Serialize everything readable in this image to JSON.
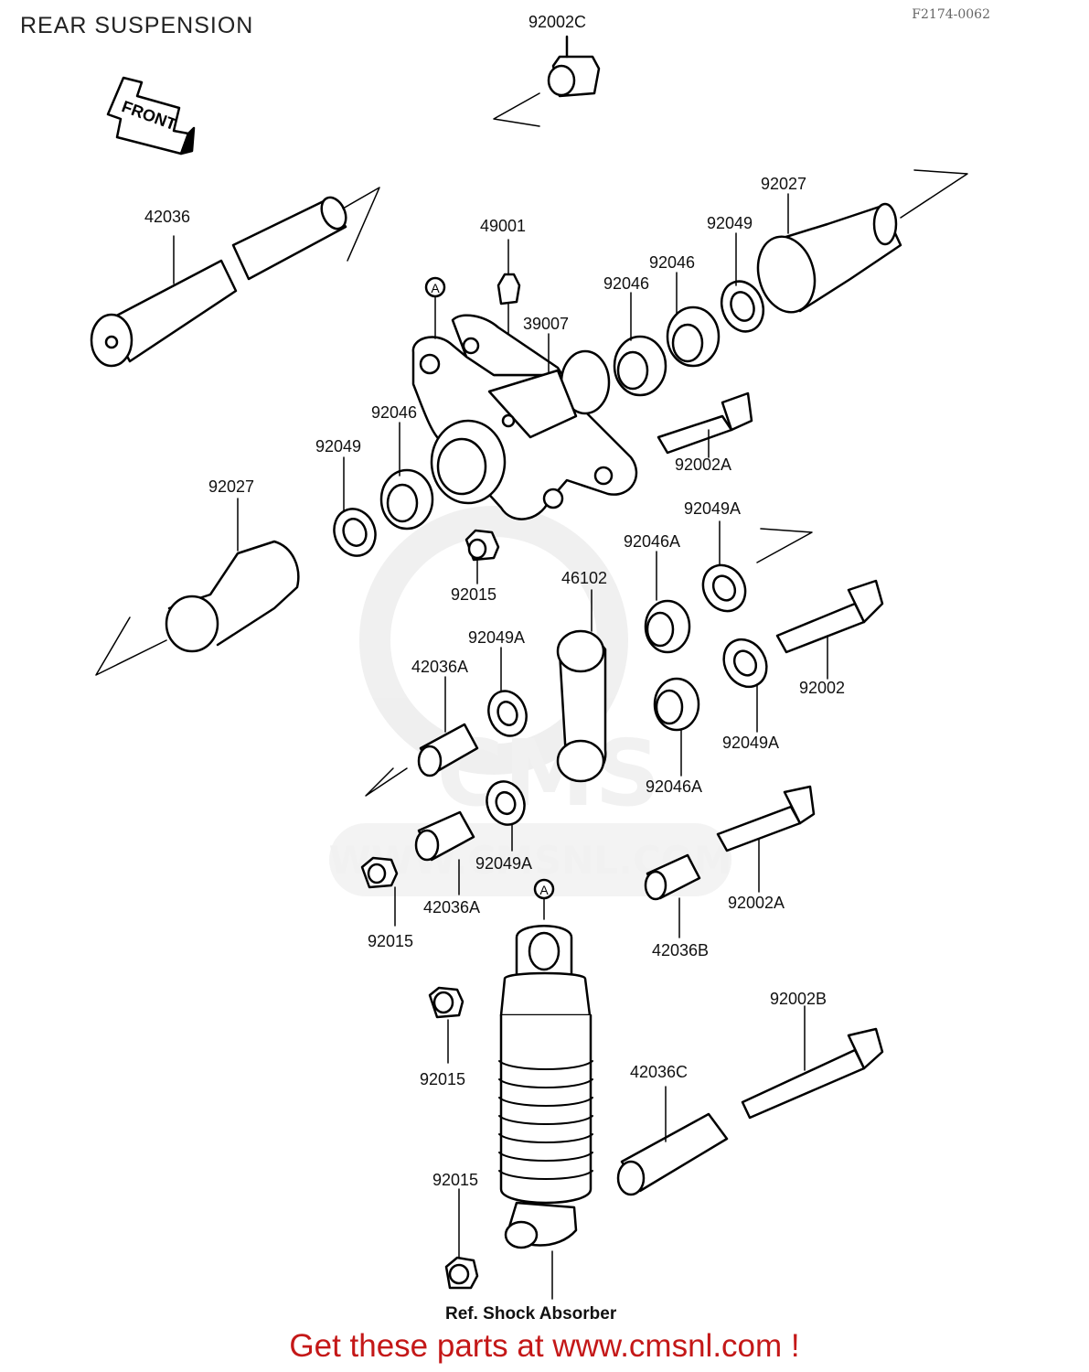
{
  "title": "REAR SUSPENSION",
  "code": "F2174-0062",
  "footer": "Get these parts at www.cmsnl.com !",
  "watermark": {
    "brand": "CMS",
    "url": "WWW.CMSNL.COM"
  },
  "front_arrow_label": "FRONT",
  "callout_a": "A",
  "ref_note": "Ref. Shock Absorber",
  "labels": {
    "p92002C": "92002C",
    "p42036": "42036",
    "p49001": "49001",
    "p92027_top": "92027",
    "p92049_top": "92049",
    "p92046_a": "92046",
    "p92046_b": "92046",
    "p39007": "39007",
    "p92046_c": "92046",
    "p92049_left": "92049",
    "p92027_left": "92027",
    "p92002A_top": "92002A",
    "p92049A_top": "92049A",
    "p92046A_top": "92046A",
    "p46102": "46102",
    "p92015_a": "92015",
    "p92049A_mid": "92049A",
    "p42036A_top": "42036A",
    "p92002": "92002",
    "p92049A_right": "92049A",
    "p92046A_bot": "92046A",
    "p92049A_low": "92049A",
    "p42036A_bot": "42036A",
    "p92002A_bot": "92002A",
    "p92015_b": "92015",
    "p42036B": "42036B",
    "p92002B": "92002B",
    "p92015_c": "92015",
    "p42036C": "42036C",
    "p92015_d": "92015"
  }
}
